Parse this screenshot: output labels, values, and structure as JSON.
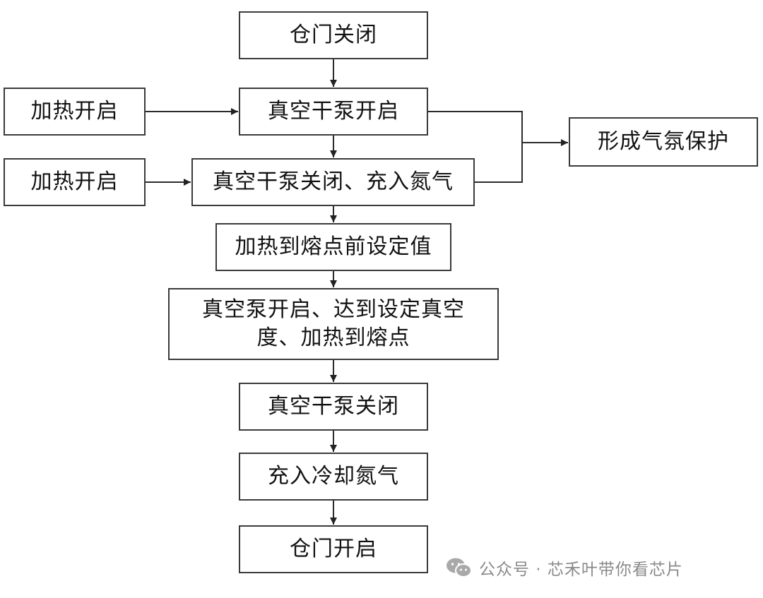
{
  "diagram": {
    "main_flow": [
      {
        "id": "b1",
        "label": "仓门关闭"
      },
      {
        "id": "b2",
        "label": "真空干泵开启"
      },
      {
        "id": "b3",
        "label": "真空干泵关闭、充入氮气"
      },
      {
        "id": "b4",
        "label": "加热到熔点前设定值"
      },
      {
        "id": "b5",
        "label_line1": "真空泵开启、达到设定真空",
        "label_line2": "度、加热到熔点"
      },
      {
        "id": "b6",
        "label": "真空干泵关闭"
      },
      {
        "id": "b7",
        "label": "充入冷却氮气"
      },
      {
        "id": "b8",
        "label": "仓门开启"
      }
    ],
    "side_inputs": [
      {
        "id": "s1",
        "label": "加热开启",
        "target": "b2"
      },
      {
        "id": "s2",
        "label": "加热开启",
        "target": "b3"
      }
    ],
    "result": {
      "id": "r1",
      "label": "形成气氛保护",
      "sources": [
        "b2",
        "b3"
      ]
    },
    "edges": [
      [
        "b1",
        "b2"
      ],
      [
        "b2",
        "b3"
      ],
      [
        "b3",
        "b4"
      ],
      [
        "b4",
        "b5"
      ],
      [
        "b5",
        "b6"
      ],
      [
        "b6",
        "b7"
      ],
      [
        "b7",
        "b8"
      ],
      [
        "s1",
        "b2"
      ],
      [
        "s2",
        "b3"
      ],
      [
        "b2",
        "r1"
      ],
      [
        "b3",
        "r1"
      ]
    ]
  },
  "watermark": {
    "text": "公众号 · 芯禾叶带你看芯片",
    "icon": "wechat-icon"
  },
  "colors": {
    "stroke": "#2b2b2b",
    "text": "#111111",
    "watermark": "#8a8a8a"
  }
}
